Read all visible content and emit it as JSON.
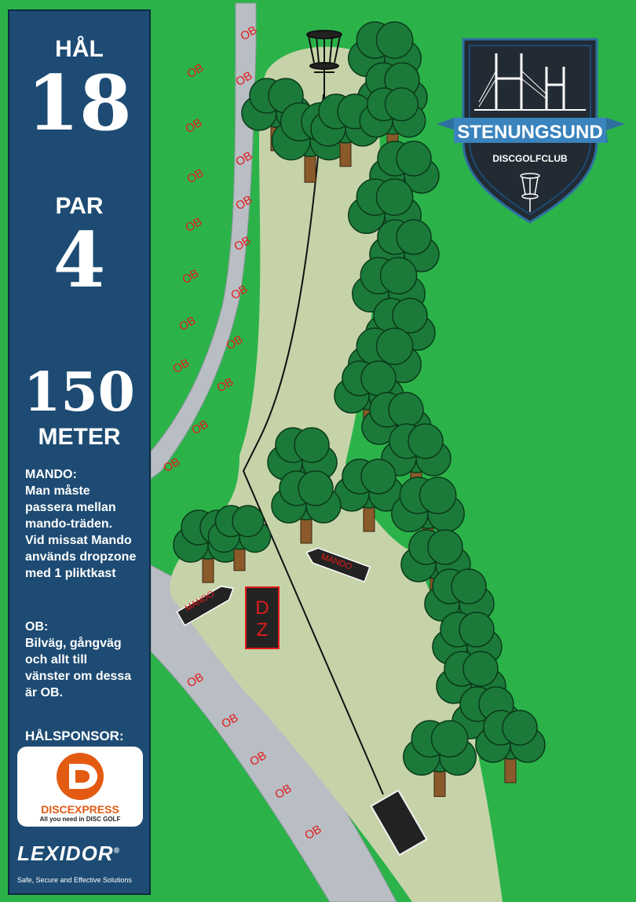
{
  "hole": {
    "label": "HÅL",
    "number": "18"
  },
  "par": {
    "label": "PAR",
    "number": "4"
  },
  "distance": {
    "value": "150",
    "unit": "METER"
  },
  "mando_info": {
    "title": "MANDO:",
    "text": "Man måste\npassera mellan\nmando-träden.\nVid missat Mando\nanvänds dropzone\nmed 1 pliktkast"
  },
  "ob_info": {
    "title": "OB:",
    "text": "Bilväg, gångväg\noch allt till\nvänster om dessa\när OB."
  },
  "sponsor": {
    "label": "HÅLSPONSOR:",
    "name": "DISCEXPRESS",
    "tagline": "All you need in DISC GOLF",
    "brand_color": "#e35a12"
  },
  "partner": {
    "name": "LEXIDOR",
    "mark": "®",
    "tagline": "Safe, Secure and Effective Solutions"
  },
  "club": {
    "name": "STENUNGSUND",
    "subtitle": "DISCGOLFCLUB",
    "monogram": "H H"
  },
  "map": {
    "ob_label": "OB",
    "mando_label": "MANDO",
    "dropzone_label": "DZ",
    "colors": {
      "grass": "#2bb34a",
      "fairway": "#c6d3a8",
      "road": "#b8bec4",
      "tree": "#1b7a3a",
      "trunk": "#8a5a2b",
      "panel": "#1d4b73",
      "ob_text": "#e21b1b"
    }
  }
}
